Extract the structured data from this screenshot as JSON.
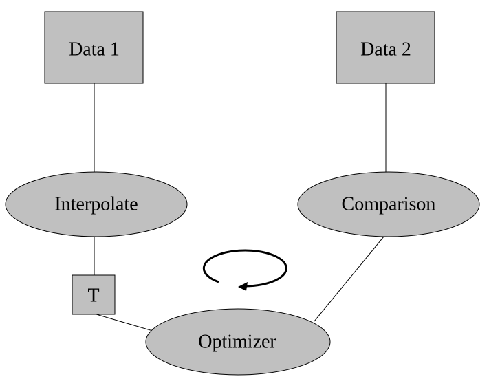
{
  "diagram": {
    "nodes": {
      "data1": {
        "label": "Data 1",
        "shape": "rectangle"
      },
      "data2": {
        "label": "Data 2",
        "shape": "rectangle"
      },
      "interpolate": {
        "label": "Interpolate",
        "shape": "ellipse"
      },
      "comparison": {
        "label": "Comparison",
        "shape": "ellipse"
      },
      "t": {
        "label": "T",
        "shape": "rectangle"
      },
      "optimizer": {
        "label": "Optimizer",
        "shape": "ellipse"
      }
    },
    "edges": [
      {
        "from": "data1",
        "to": "interpolate"
      },
      {
        "from": "data2",
        "to": "comparison"
      },
      {
        "from": "interpolate",
        "to": "t"
      },
      {
        "from": "t",
        "to": "optimizer"
      },
      {
        "from": "comparison",
        "to": "optimizer"
      }
    ],
    "loop_indicator": {
      "icon": "circular-arrow-icon",
      "direction": "clockwise"
    },
    "colors": {
      "node_fill": "#c0c0c0",
      "stroke": "#000000",
      "background": "#ffffff"
    }
  }
}
